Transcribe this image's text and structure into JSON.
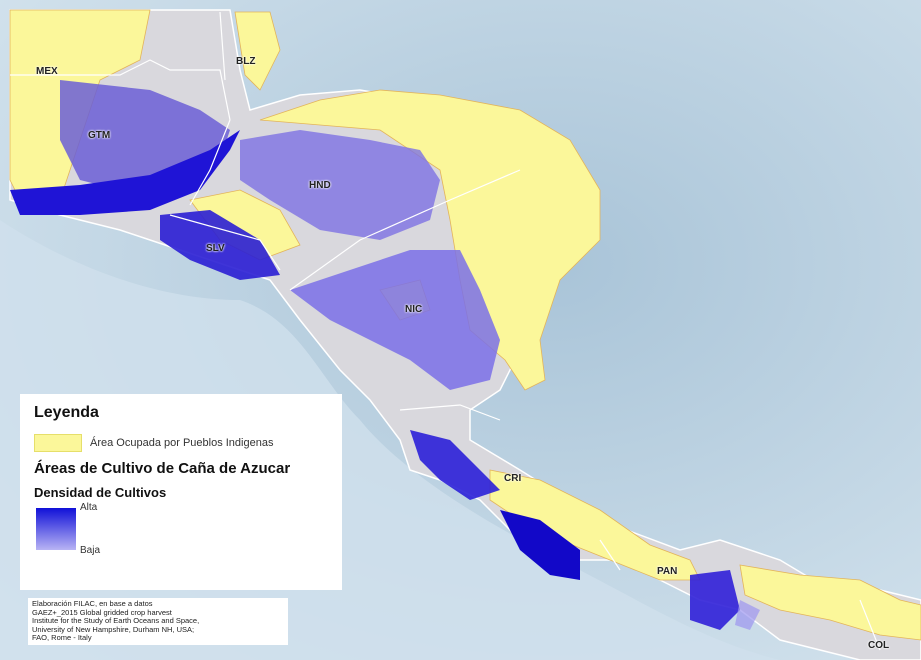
{
  "map": {
    "countries": [
      {
        "code": "MEX"
      },
      {
        "code": "BLZ"
      },
      {
        "code": "GTM"
      },
      {
        "code": "HND"
      },
      {
        "code": "SLV"
      },
      {
        "code": "NIC"
      },
      {
        "code": "CRI"
      },
      {
        "code": "PAN"
      },
      {
        "code": "COL"
      }
    ],
    "colors": {
      "ocean": "#c8dbe8",
      "indigenous_area": "#fbf79a",
      "land_gray": "#d9d8dd",
      "density_high": "#1010d8",
      "density_low": "#b8b4f4",
      "border": "#ffffff"
    }
  },
  "legend": {
    "title": "Leyenda",
    "indigenous_label": "Área Ocupada por Pueblos Indigenas",
    "crop_heading": "Áreas de Cultivo de Caña de Azucar",
    "density_heading": "Densidad de Cultivos",
    "high_label": "Alta",
    "low_label": "Baja"
  },
  "credits": {
    "lines": [
      "Elaboración FILAC, en base a datos",
      "GAEZ+_2015 Global gridded crop harvest",
      "Institute for the Study of Earth  Oceans and Space,",
      "University of New Hampshire, Durham NH, USA;",
      "FAO, Rome - Italy"
    ]
  }
}
